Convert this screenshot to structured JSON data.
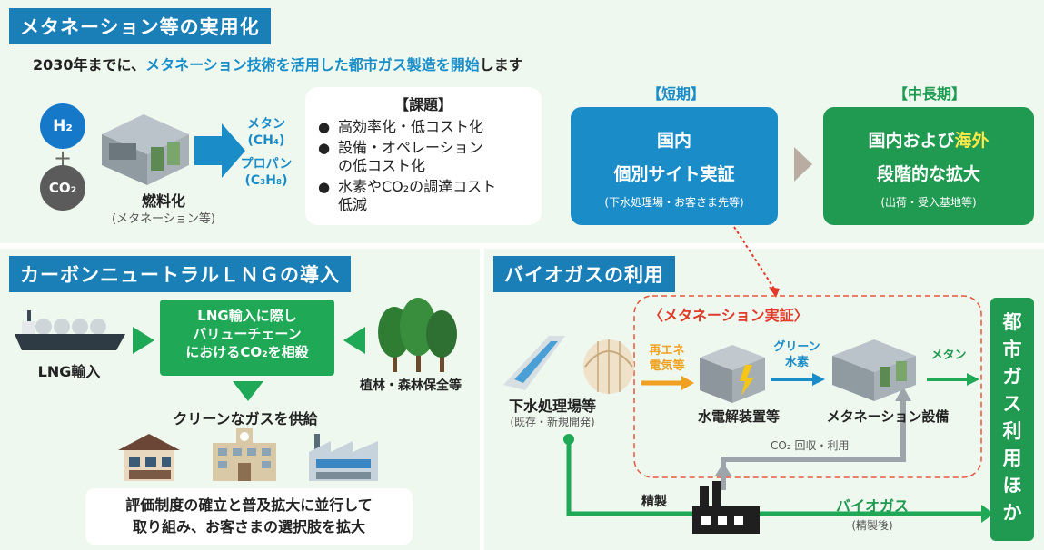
{
  "top": {
    "title": "メタネーション等の実用化",
    "intro_a": "2030年までに、",
    "intro_b": "メタネーション技術を活用した都市ガス製造を開始",
    "intro_c": "します",
    "h2": "H₂",
    "plus": "+",
    "co2": "CO₂",
    "fuel_label": "燃料化",
    "fuel_sub": "(メタネーション等)",
    "out_methane": "メタン",
    "out_methane_f": "(CH₄)",
    "out_propane": "プロパン",
    "out_propane_f": "(C₃H₈)",
    "issues_title": "【課題】",
    "issues": [
      "高効率化・低コスト化",
      "設備・オペレーション\nの低コスト化",
      "水素やCO₂の調達コスト\n低減"
    ],
    "short_label": "【短期】",
    "short_line1": "国内",
    "short_line2": "個別サイト実証",
    "short_sub": "(下水処理場・お客さま先等)",
    "mid_label": "【中長期】",
    "mid_line1a": "国内および",
    "mid_line1b": "海外",
    "mid_line2": "段階的な拡大",
    "mid_sub": "(出荷・受入基地等)"
  },
  "lng": {
    "title": "カーボンニュートラルＬＮＧの導入",
    "import_label": "LNG輸入",
    "offset": "LNG輸入に際し\nバリューチェーン\nにおけるCO₂を相殺",
    "forest_label": "植林・森林保全等",
    "supply": "クリーンなガスを供給",
    "bottom": "評価制度の確立と普及拡大に並行して\n取り組み、お客さまの選択肢を拡大"
  },
  "bio": {
    "title": "バイオガスの利用",
    "demo_label": "〈メタネーション実証〉",
    "sewage": "下水処理場等",
    "sewage_sub": "(既存・新規開発)",
    "renew": "再エネ\n電気等",
    "electrolysis": "水電解装置等",
    "green_h2": "グリーン\n水素",
    "methanation": "メタネーション設備",
    "methane": "メタン",
    "co2_reuse": "CO₂ 回収・利用",
    "refine": "精製",
    "biogas": "バイオガス",
    "biogas_sub": "(精製後)",
    "city_gas": "都市ガス利用ほか"
  },
  "colors": {
    "section_blue": "#1b7fb7",
    "card_blue": "#1a8cc8",
    "card_green": "#1f9a50",
    "arrow_green": "#1fa855",
    "orange": "#f0a020",
    "highlight_yellow": "#ffe94a"
  }
}
